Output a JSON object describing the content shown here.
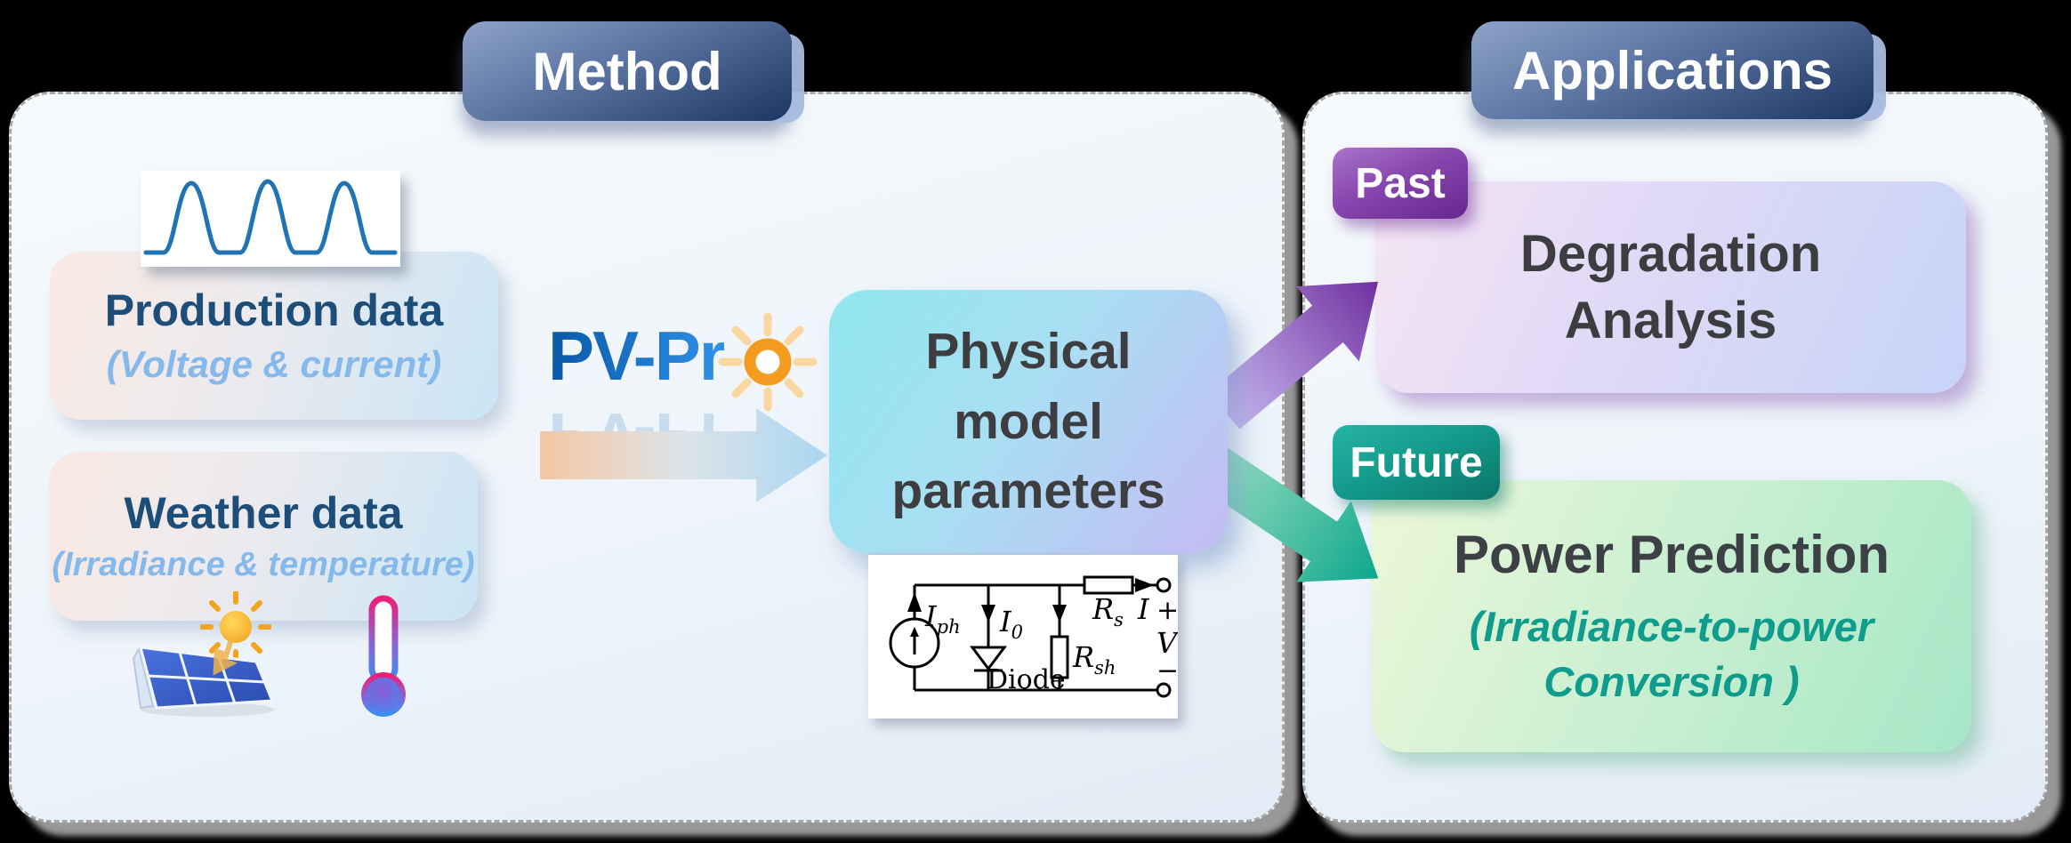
{
  "method_section": {
    "badge": "Method",
    "production": {
      "title": "Production data",
      "subtitle": "(Voltage & current)"
    },
    "weather": {
      "title": "Weather data",
      "subtitle": "(Irradiance & temperature)"
    },
    "logo_text": "PV-Pr",
    "physical_box": {
      "line1": "Physical",
      "line2": "model",
      "line3": "parameters"
    },
    "circuit": {
      "iph": {
        "base": "I",
        "sub": "ph"
      },
      "i0": {
        "base": "I",
        "sub": "0"
      },
      "diode": "Diode",
      "rs": {
        "base": "R",
        "sub": "s"
      },
      "rsh": {
        "base": "R",
        "sub": "sh"
      },
      "current": "I",
      "plus": "+",
      "volt": "V",
      "minus": "−"
    }
  },
  "applications_section": {
    "badge": "Applications",
    "past": {
      "badge": "Past",
      "line1": "Degradation",
      "line2": "Analysis"
    },
    "future": {
      "badge": "Future",
      "title": "Power Prediction",
      "subtitle_line1": "(Irradiance-to-power",
      "subtitle_line2": "Conversion )"
    }
  },
  "colors": {
    "header_badge_navy": "#1c3664",
    "past_purple": "#67268f",
    "future_teal": "#0d9488",
    "title_navy": "#1d4e79",
    "subtitle_light_blue": "#85b9ec",
    "power_subtitle_teal": "#0f9c8c",
    "logo_blue": "#1268bd",
    "logo_sun_orange": "#f39c1f",
    "dark_text": "#3e3e40",
    "arrow_purple": "#7030a0",
    "arrow_teal": "#0ea78c"
  }
}
